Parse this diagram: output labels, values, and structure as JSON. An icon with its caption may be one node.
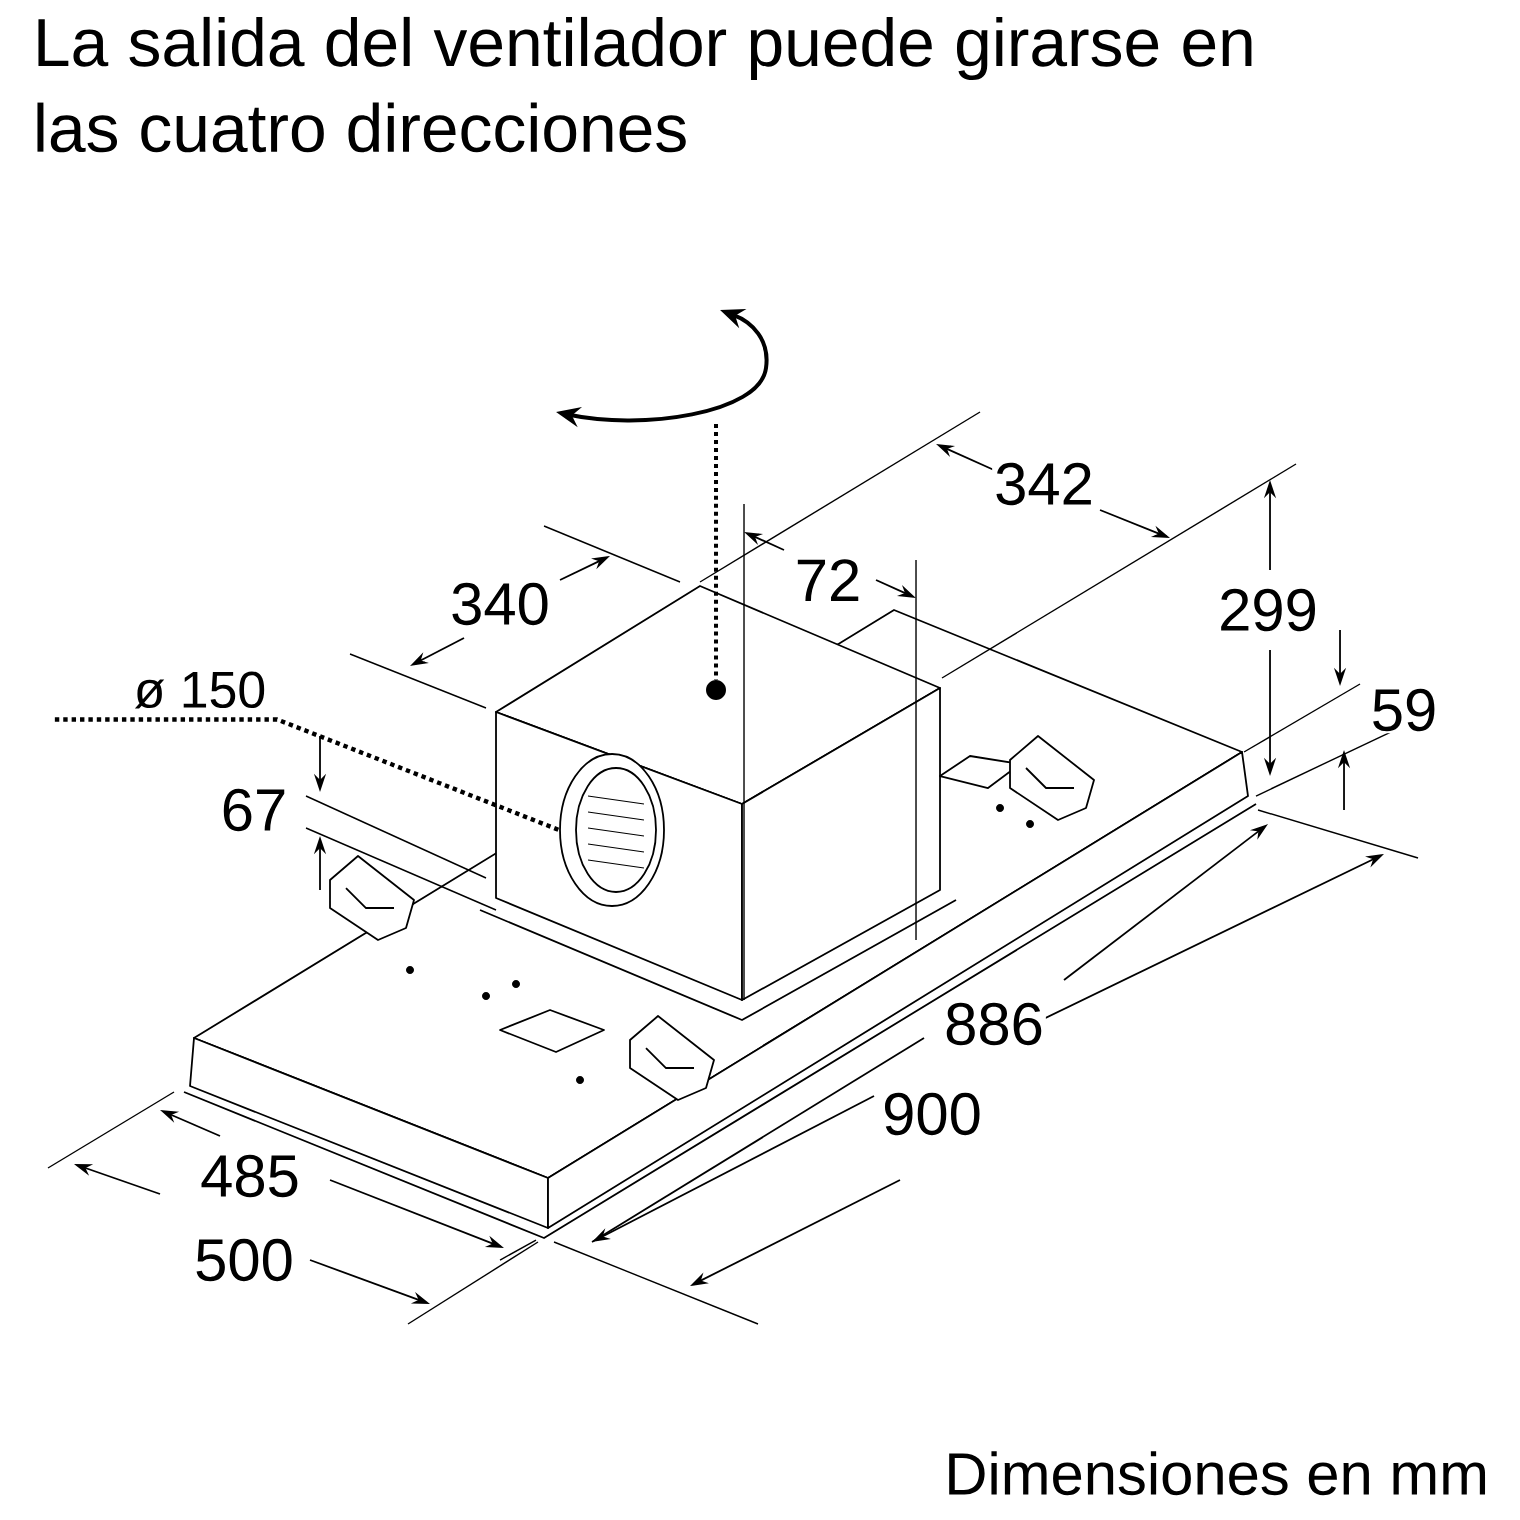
{
  "diagram": {
    "title": "La salida del ventilador puede girarse en las cuatro direcciones",
    "nodes": [
      {
        "text": [
          "ø 150"
        ]
      },
      {
        "text": [],
        "shape": "circle"
      }
    ],
    "edges": [
      {
        "from": 0,
        "to": 1,
        "arrow": "none",
        "style": "dashed"
      }
    ],
    "labels": [
      "342",
      "340",
      "72",
      "299",
      "59",
      "67",
      "886",
      "900",
      "485",
      "500",
      "Dimensiones en mm"
    ]
  }
}
